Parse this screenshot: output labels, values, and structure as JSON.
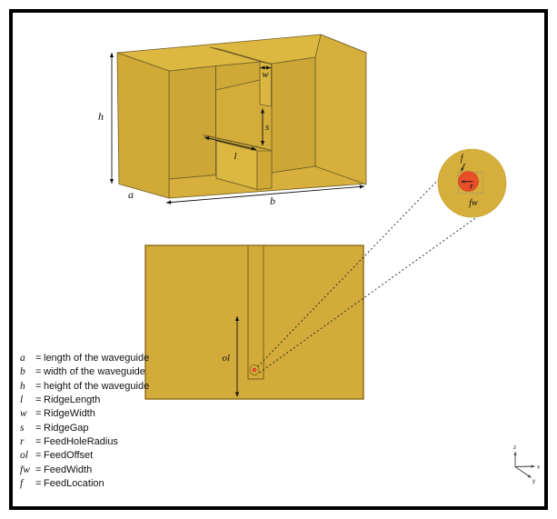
{
  "colors": {
    "gold_top": "#DDB840",
    "gold_left": "#D0A937",
    "gold_right": "#D5AE3C",
    "gold_interior": "#D4AC3A",
    "gold_interior_dark": "#CCA636",
    "gold_floor": "#D7AF3C",
    "gold_ridge": "#DBB640",
    "gold_flat": "#D3AB3A",
    "outline_dark": "#6B5A23",
    "flat_border": "#8A6A15",
    "feed_red": "#E84E28",
    "frame": "#000000"
  },
  "labels": {
    "h": "h",
    "a": "a",
    "b": "b",
    "w": "w",
    "s": "s",
    "l": "l",
    "ol": "ol",
    "f": "f⃗",
    "r": "r",
    "fw": "fw"
  },
  "axes": {
    "x": "x",
    "y": "y",
    "z": "z"
  },
  "legend": {
    "equals": "=",
    "items": [
      {
        "symbol": "a",
        "label": "length of the waveguide"
      },
      {
        "symbol": "b",
        "label": "width of the waveguide"
      },
      {
        "symbol": "h",
        "label": "height of the waveguide"
      },
      {
        "symbol": "l",
        "label": "RidgeLength"
      },
      {
        "symbol": "w",
        "label": "RidgeWidth"
      },
      {
        "symbol": "s",
        "label": "RidgeGap"
      },
      {
        "symbol": "r",
        "label": "FeedHoleRadius"
      },
      {
        "symbol": "ol",
        "label": "FeedOffset"
      },
      {
        "symbol": "fw",
        "label": "FeedWidth"
      },
      {
        "symbol": "f⃗",
        "label": "FeedLocation"
      }
    ]
  }
}
